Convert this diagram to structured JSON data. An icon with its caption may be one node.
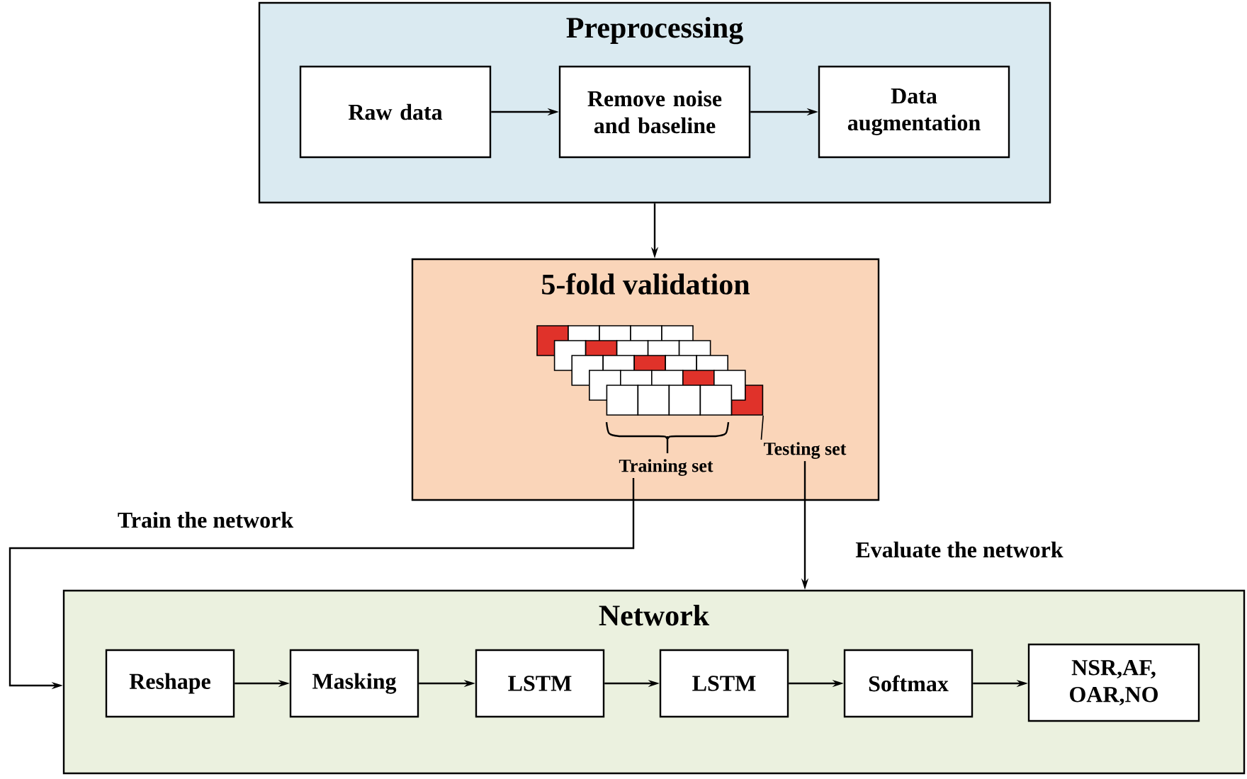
{
  "diagram": {
    "nodes": [
      {
        "text": [
          "Preprocessing"
        ]
      },
      {
        "text": [
          "Raw data"
        ],
        "in": 0
      },
      {
        "text": [
          "Remove noise and baseline"
        ],
        "in": 0
      },
      {
        "text": [
          "Data augmentation"
        ],
        "in": 0
      },
      {
        "text": [
          "5-fold validation"
        ]
      },
      {
        "text": [
          "Training set"
        ],
        "in": 4
      },
      {
        "text": [
          "Testing set"
        ],
        "in": 4
      },
      {
        "text": [
          "Network"
        ]
      },
      {
        "text": [
          "Reshape"
        ],
        "in": 7
      },
      {
        "text": [
          "Masking"
        ],
        "in": 7
      },
      {
        "text": [
          "LSTM"
        ],
        "in": 7
      },
      {
        "text": [
          "LSTM"
        ],
        "in": 7
      },
      {
        "text": [
          "Softmax"
        ],
        "in": 7
      },
      {
        "text": [
          "NSR,AF, OAR,NO"
        ],
        "in": 7
      },
      {
        "text": [],
        "shape": "box",
        "in": 4
      }
    ],
    "edges": [
      {
        "from": 1,
        "to": 2,
        "arrow": "to"
      },
      {
        "from": 2,
        "to": 3,
        "arrow": "to"
      },
      {
        "from": 0,
        "to": 4,
        "arrow": "to"
      },
      {
        "from": 6,
        "to": 14,
        "arrow": "none"
      },
      {
        "from": 5,
        "to": 7,
        "arrow": "to",
        "label": "Train the network"
      },
      {
        "from": 6,
        "to": 7,
        "arrow": "to",
        "label": "Evaluate the network"
      },
      {
        "from": 8,
        "to": 9,
        "arrow": "to"
      },
      {
        "from": 9,
        "to": 10,
        "arrow": "to"
      },
      {
        "from": 10,
        "to": 11,
        "arrow": "to"
      },
      {
        "from": 11,
        "to": 12,
        "arrow": "to"
      },
      {
        "from": 12,
        "to": 13,
        "arrow": "to"
      }
    ]
  }
}
